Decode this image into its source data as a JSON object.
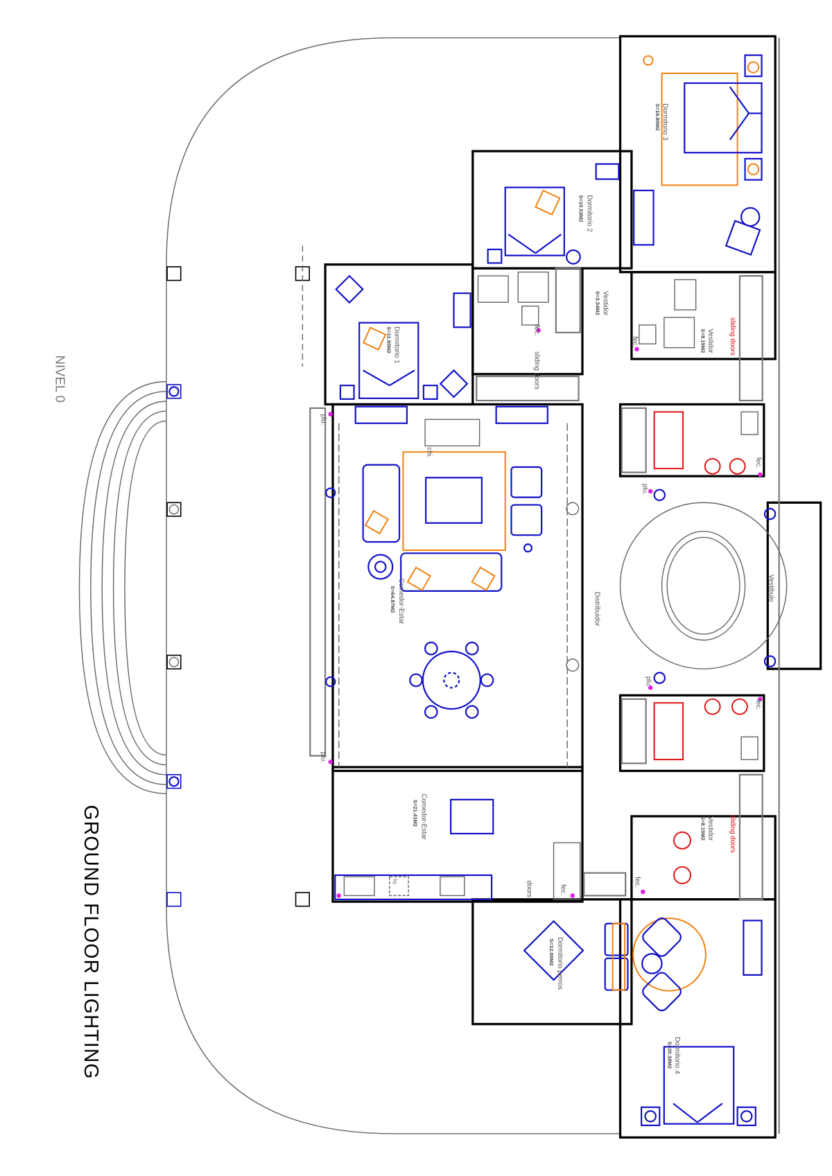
{
  "title": "GROUND FLOOR LIGHTING",
  "level": "NIVEL 0",
  "rooms": {
    "dormitorio3": {
      "name": "Dormitorio 3",
      "area": "S=16.80M2"
    },
    "dormitorio2": {
      "name": "Dormitorio 2",
      "area": "S=10.53M2"
    },
    "vestidor_small": {
      "name": "Vestidor",
      "area": "S=3.54M2"
    },
    "dormitorio1": {
      "name": "Dormitorio 1",
      "area": "S=11.85M2"
    },
    "vestidor_top": {
      "name": "Vestidor",
      "area": "S=8.15M2"
    },
    "comedor_estar": {
      "name": "Comedor-Estar",
      "area": "S=64.87M2"
    },
    "distribuidor": {
      "name": "Distribuidor"
    },
    "vestibulo": {
      "name": "Vestibulo"
    },
    "comedor_estar2": {
      "name": "Comedor-Estar",
      "area": "S=21.41M2"
    },
    "dormitorio_perros": {
      "name": "Dormitorio perros",
      "area": "S=12.00M2"
    },
    "vestidor_bottom": {
      "name": "Vestidor",
      "area": "S=8.15M2"
    },
    "dormitorio4": {
      "name": "Dormitorio 4",
      "area": "S=20.38M2"
    }
  },
  "annotations": {
    "sliding_doors": "sliding doors",
    "doors": "doors",
    "fec": "fec.",
    "plu": "plu.",
    "chi": "chi.",
    "lvj": "lvj."
  },
  "colors": {
    "walls": "#000000",
    "fixtures": "#1010c8",
    "rugs": "#f08010",
    "sanitary": "#e01010",
    "outlets": "#e020e0"
  }
}
